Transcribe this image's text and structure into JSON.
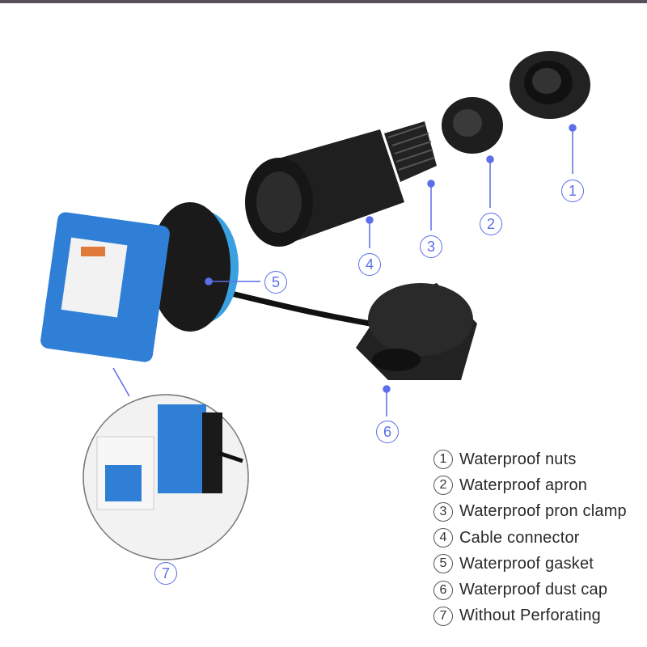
{
  "callouts": [
    "1",
    "2",
    "3",
    "4",
    "5",
    "6",
    "7"
  ],
  "legend": [
    {
      "num": "1",
      "text": "Waterproof nuts"
    },
    {
      "num": "2",
      "text": "Waterproof apron"
    },
    {
      "num": "3",
      "text": "Waterproof pron clamp"
    },
    {
      "num": "4",
      "text": "Cable connector"
    },
    {
      "num": "5",
      "text": "Waterproof gasket"
    },
    {
      "num": "6",
      "text": "Waterproof dust cap"
    },
    {
      "num": "7",
      "text": "Without Perforating"
    }
  ],
  "colors": {
    "accent": "#5b6ee8",
    "part": "#1c1c1c",
    "jack": "#2f7fd6"
  }
}
